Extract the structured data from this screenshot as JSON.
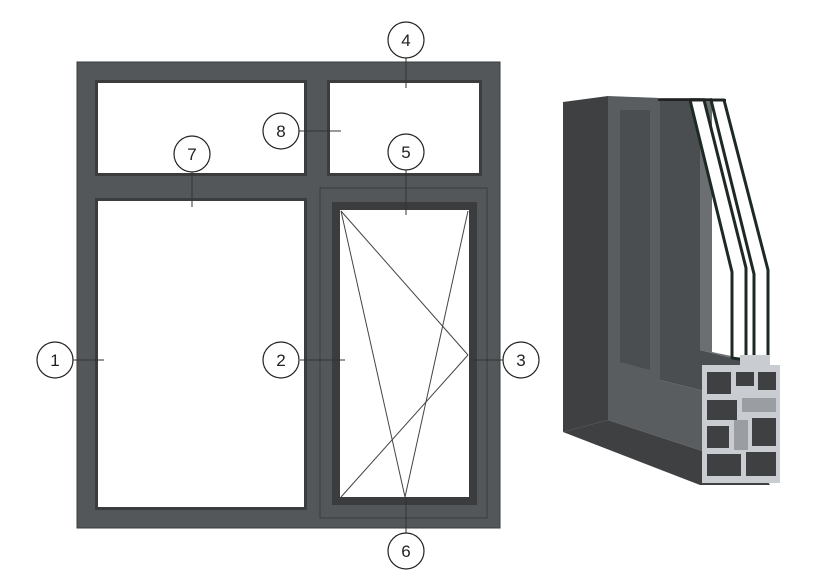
{
  "colors": {
    "frame": "#54575a",
    "frame_edge": "#3a3c3e",
    "pane": "#ffffff",
    "leader": "#333333",
    "profile_face": "#5a5d60",
    "profile_dark": "#3e4042",
    "glass_edge": "#1d2a24",
    "aluminium": "#c9ccd0"
  },
  "callouts": [
    {
      "id": "1",
      "label": "1"
    },
    {
      "id": "2",
      "label": "2"
    },
    {
      "id": "3",
      "label": "3"
    },
    {
      "id": "4",
      "label": "4"
    },
    {
      "id": "5",
      "label": "5"
    },
    {
      "id": "6",
      "label": "6"
    },
    {
      "id": "7",
      "label": "7"
    },
    {
      "id": "8",
      "label": "8"
    }
  ],
  "icons": {
    "opening_symbol": "turn-tilt-sash-icon",
    "profile_section": "aluminium-window-profile-section"
  }
}
